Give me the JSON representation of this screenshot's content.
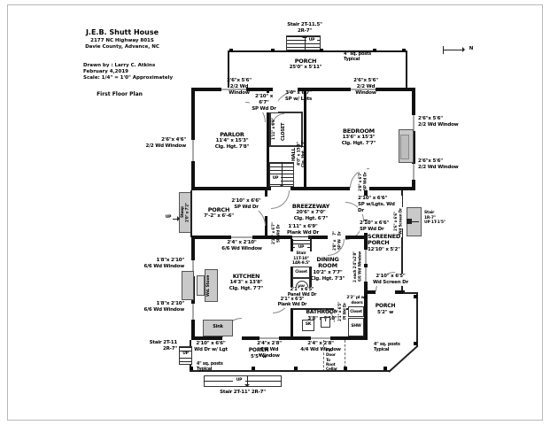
{
  "title_block": {
    "name": "J.E.B. Shutt House",
    "address": "2177 NC Highway  801S",
    "county": "Davie County, Advance, NC",
    "drawn_by": "Drawn by : Larry C.  Atkins",
    "date": "February 4,2019",
    "scale": "Scale: 1/4\" = 1'0\" Approximately",
    "plan": "First Floor Plan"
  },
  "compass": {
    "letter": "N"
  },
  "rooms": {
    "top_porch": {
      "name": "PORCH",
      "dims": "25'0\" x 5'11\""
    },
    "parlor": {
      "name": "PARLOR",
      "dims": "11'4\" x 15'3\"",
      "clg": "Clg. Hgt. 7'8\""
    },
    "hall": {
      "name": "HALL",
      "dims": "4'0\" x 15'3\"",
      "clg": "Clg. Hgt. 7'7\""
    },
    "bedroom": {
      "name": "BEDROOM",
      "dims": "13'6\" x 15'3\"",
      "clg": "Clg. Hgt. 7'7\""
    },
    "west_porch": {
      "name": "PORCH",
      "dims": "7'-2\" x 6'-6\""
    },
    "breezeway": {
      "name": "BREEZEWAY",
      "dims": "20'6\" x 7'0\"",
      "clg": "Clg. Hgt. 6'7\""
    },
    "screened_porch": {
      "name": "SCREENED\nPORCH",
      "dims": "12'10\" x 5'2\""
    },
    "kitchen": {
      "name": "KITCHEN",
      "dims": "14'3\" x 13'8\"",
      "clg": "Clg. Hgt. 7'7\""
    },
    "dining": {
      "name": "DINING\nROOM",
      "dims": "10'2\" x 7'7\"",
      "clg": "Clg. Hgt. 7'3\""
    },
    "bathroom": {
      "name": "BATHROOM",
      "dims": "3'8\" x 9'10\""
    },
    "south_porch": {
      "name": "PORCH",
      "dims": "5'5\" w"
    },
    "east_porch": {
      "name": "PORCH",
      "dims": "5'2\" w"
    }
  },
  "stairs": {
    "top": "Stair 2T-11.5\"\n2R-7\"",
    "east": "Stair\n1R-7\"\nUP 1T-1'5\"",
    "inner": "Stair\n11T-10\"\n14R-9.5\"",
    "southwest": "Stair 2T-11\n2R-7\"",
    "south": "Stair 2T-11\"   2R-7\"",
    "up": "UP"
  },
  "openings": {
    "win_front_w": "2'6\"x 5'6\"\n2/2 Wd Window",
    "win_front_e": "2'6\"x 5'6\"\n2/2 Wd Window",
    "win_parlor_w": "2'6\"x 4'6\"\n2/2 Wd Window",
    "win_bedroom_e1": "2'6\"x 5'6\"\n2/2 Wd Window",
    "win_bedroom_e2": "2'6\"x 5'6\"\n2/2 Wd Window",
    "door_front": "3'0\" x 6'7\"\nSP w/ Lgts",
    "door_parlor": "2'10\" x 6'7\"\nSP Wd Dr",
    "door_closet": "1'11\" x 6'9\"",
    "door_bedroom": "2'8\" x 6'7\"\nSP Wd Dr",
    "door_west_porch": "2'10\" x 6'6\"\nSP Wd Dr",
    "win_west_porch": "2'4\" x 2'10\"\n6/6 Wd Window",
    "door_hall_s": "2'10\" x 6'7\"\nSP Wd Dr",
    "door_dining_n": "2'8\" x 6'7\"\nSP Wd Dr",
    "door_plank": "1'11\" x 6'9\"\nPlank Wd Dr",
    "door_bw_e_lgts": "2'10\" x 6'6\"\nSP w/Lgts. Wd Dr",
    "door_bw_e": "2'10\" x 6'6\"\nSP Wd Dr",
    "door_screen_e": "2'6\" x 6'6\"\nWd Screen Dr",
    "win_screened": "2 each 2'4\"x2'8\"\n6/6 Wd Window",
    "door_screen_s": "2'10\" x 6'5\"\nWd Screen Dr",
    "win_kitchen_w1": "1'8\"x 2'10\"\n6/6 Wd Window",
    "win_kitchen_w2": "1'8\"x 2'10\"\n6/6 Wd Window",
    "door_kitchen_s": "2'10\" x 6'6\"\nWd Dr w/ Lgt",
    "win_kitchen_s": "2'4\"x 2'8\"\n6/6 Wd Window",
    "door_dining_bath": "2'1\" x 6'5\"\nPanel Wd Dr",
    "door_kitchen_bath": "2'1\" x 6'3\"\nPlank Wd Dr",
    "door_bath": "2'1\" x 6'5\"\nPl Wd Dr",
    "doors_closet": "2'2\" pl wd\ndoors",
    "win_bath_s": "2'4\" x 2'8\"\n4/4 Wd Window"
  },
  "fixtures": {
    "closet_hall": "CLOSET",
    "wood_stove": "Wd. Stove",
    "sink": "Sink",
    "sk": "SK",
    "toilet": "T",
    "hw": "HW",
    "shw": "SHW",
    "closet_stair": "Closet",
    "closet_bath": "Closet",
    "stoop": "Stoop\n2'0\" x 7'2\"",
    "cellar": "Flr.\nDoor\nTo\nRoot\nCellar"
  },
  "notes": {
    "posts_top": "4\" sq. posts\nTypical",
    "posts_sw": "4\" sq. posts\nTypical",
    "posts_se": "4\" sq. posts\nTypical"
  }
}
